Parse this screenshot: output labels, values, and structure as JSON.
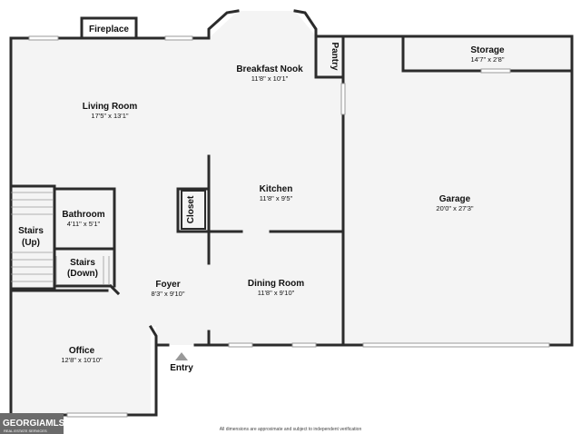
{
  "rooms": {
    "fireplace": {
      "name": "Fireplace"
    },
    "breakfast_nook": {
      "name": "Breakfast Nook",
      "dims": "11'8\" x 10'1\""
    },
    "pantry": {
      "name": "Pantry"
    },
    "storage": {
      "name": "Storage",
      "dims": "14'7\" x 2'8\""
    },
    "living_room": {
      "name": "Living Room",
      "dims": "17'5\" x 13'1\""
    },
    "kitchen": {
      "name": "Kitchen",
      "dims": "11'8\" x 9'5\""
    },
    "closet": {
      "name": "Closet"
    },
    "garage": {
      "name": "Garage",
      "dims": "20'0\" x 27'3\""
    },
    "bathroom": {
      "name": "Bathroom",
      "dims": "4'11\" x 5'1\""
    },
    "stairs_up": {
      "line1": "Stairs",
      "line2": "(Up)"
    },
    "stairs_down": {
      "line1": "Stairs",
      "line2": "(Down)"
    },
    "foyer": {
      "name": "Foyer",
      "dims": "8'3\" x 9'10\""
    },
    "dining_room": {
      "name": "Dining Room",
      "dims": "11'8\" x 9'10\""
    },
    "office": {
      "name": "Office",
      "dims": "12'8\" x 10'10\""
    },
    "entry": {
      "name": "Entry"
    }
  },
  "disclaimer": "All dimensions are approximate and subject to independent verification",
  "logo": {
    "main": "GEORGIAMLS",
    "sub": "REAL ESTATE SERVICES"
  },
  "colors": {
    "wall": "#2b2b2b",
    "floor": "#f4f4f4",
    "window": "#cfcfcf",
    "logo_bg": "#6b6b6b"
  }
}
